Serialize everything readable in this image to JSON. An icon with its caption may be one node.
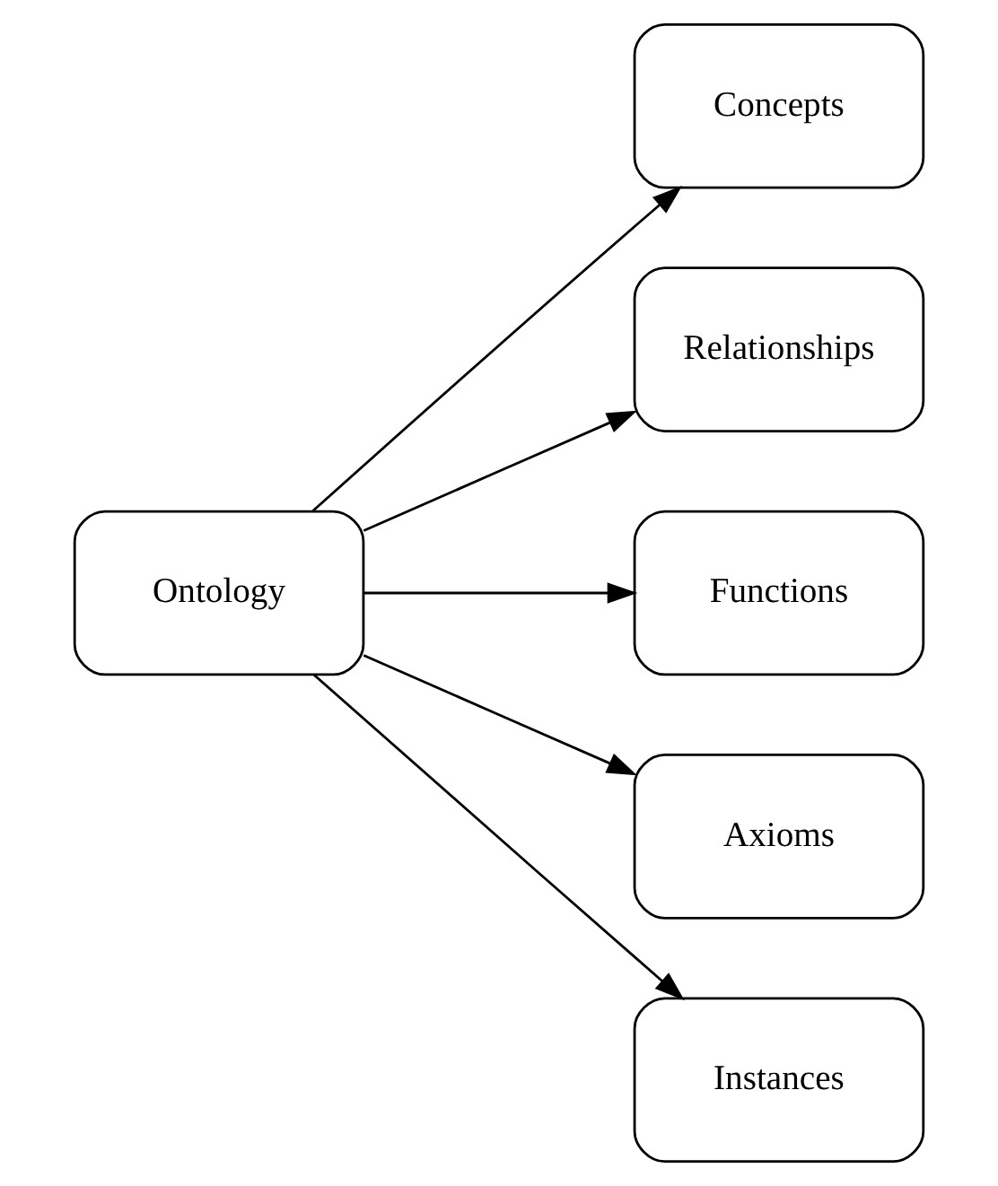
{
  "diagram": {
    "nodes": [
      {
        "text": [
          "Ontology"
        ]
      },
      {
        "text": [
          "Concepts"
        ]
      },
      {
        "text": [
          "Relationships"
        ]
      },
      {
        "text": [
          "Functions"
        ]
      },
      {
        "text": [
          "Axioms"
        ]
      },
      {
        "text": [
          "Instances"
        ]
      }
    ],
    "edges": [
      {
        "from": 0,
        "to": 1,
        "arrow": "to"
      },
      {
        "from": 0,
        "to": 2,
        "arrow": "to"
      },
      {
        "from": 0,
        "to": 3,
        "arrow": "to"
      },
      {
        "from": 0,
        "to": 4,
        "arrow": "to"
      },
      {
        "from": 0,
        "to": 5,
        "arrow": "to"
      }
    ]
  }
}
